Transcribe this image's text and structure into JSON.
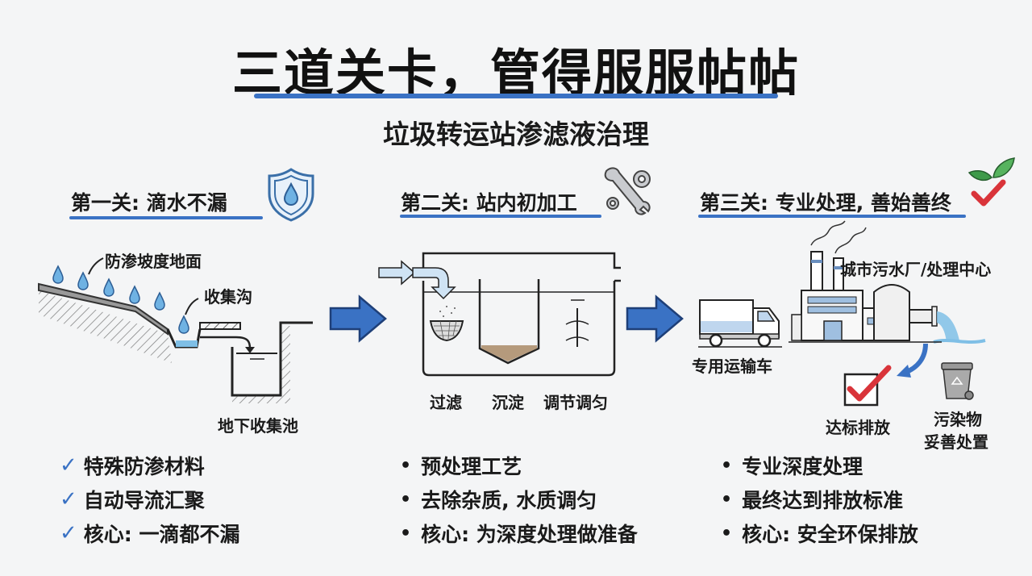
{
  "header": {
    "title": "三道关卡，管得服服帖帖",
    "subtitle": "垃圾转运站渗滤液治理"
  },
  "colors": {
    "accent_blue": "#3a72c4",
    "water_blue": "#7fbfe6",
    "check_red": "#d9343a",
    "leaf_green": "#3e9a4a",
    "sludge_brown": "#b59a7c"
  },
  "stages": [
    {
      "title": "第一关: 滴水不漏",
      "icon": "shield-water-drop-icon",
      "diagram_labels": {
        "slope": "防渗坡度地面",
        "trench": "收集沟",
        "pool": "地下收集池"
      },
      "bullet_style": "check",
      "bullets": [
        "特殊防渗材料",
        "自动导流汇聚",
        "核心: 一滴都不漏"
      ]
    },
    {
      "title": "第二关: 站内初加工",
      "icon": "wrench-gears-icon",
      "diagram_labels": {
        "filter": "过滤",
        "settle": "沉淀",
        "adjust": "调节调匀"
      },
      "bullet_style": "dot",
      "bullets": [
        "预处理工艺",
        "去除杂质, 水质调匀",
        "核心: 为深度处理做准备"
      ]
    },
    {
      "title": "第三关: 专业处理, 善始善终",
      "icon": "leaf-check-icon",
      "diagram_labels": {
        "truck": "专用运输车",
        "plant": "城市污水厂/处理中心",
        "discharge": "达标排放",
        "waste": "污染物\n妥善处置",
        "waste_line1": "污染物",
        "waste_line2": "妥善处置"
      },
      "bullet_style": "dot",
      "bullets": [
        "专业深度处理",
        "最终达到排放标准",
        "核心: 安全环保排放"
      ]
    }
  ],
  "symbols": {
    "check": "✓",
    "dot": "•"
  }
}
